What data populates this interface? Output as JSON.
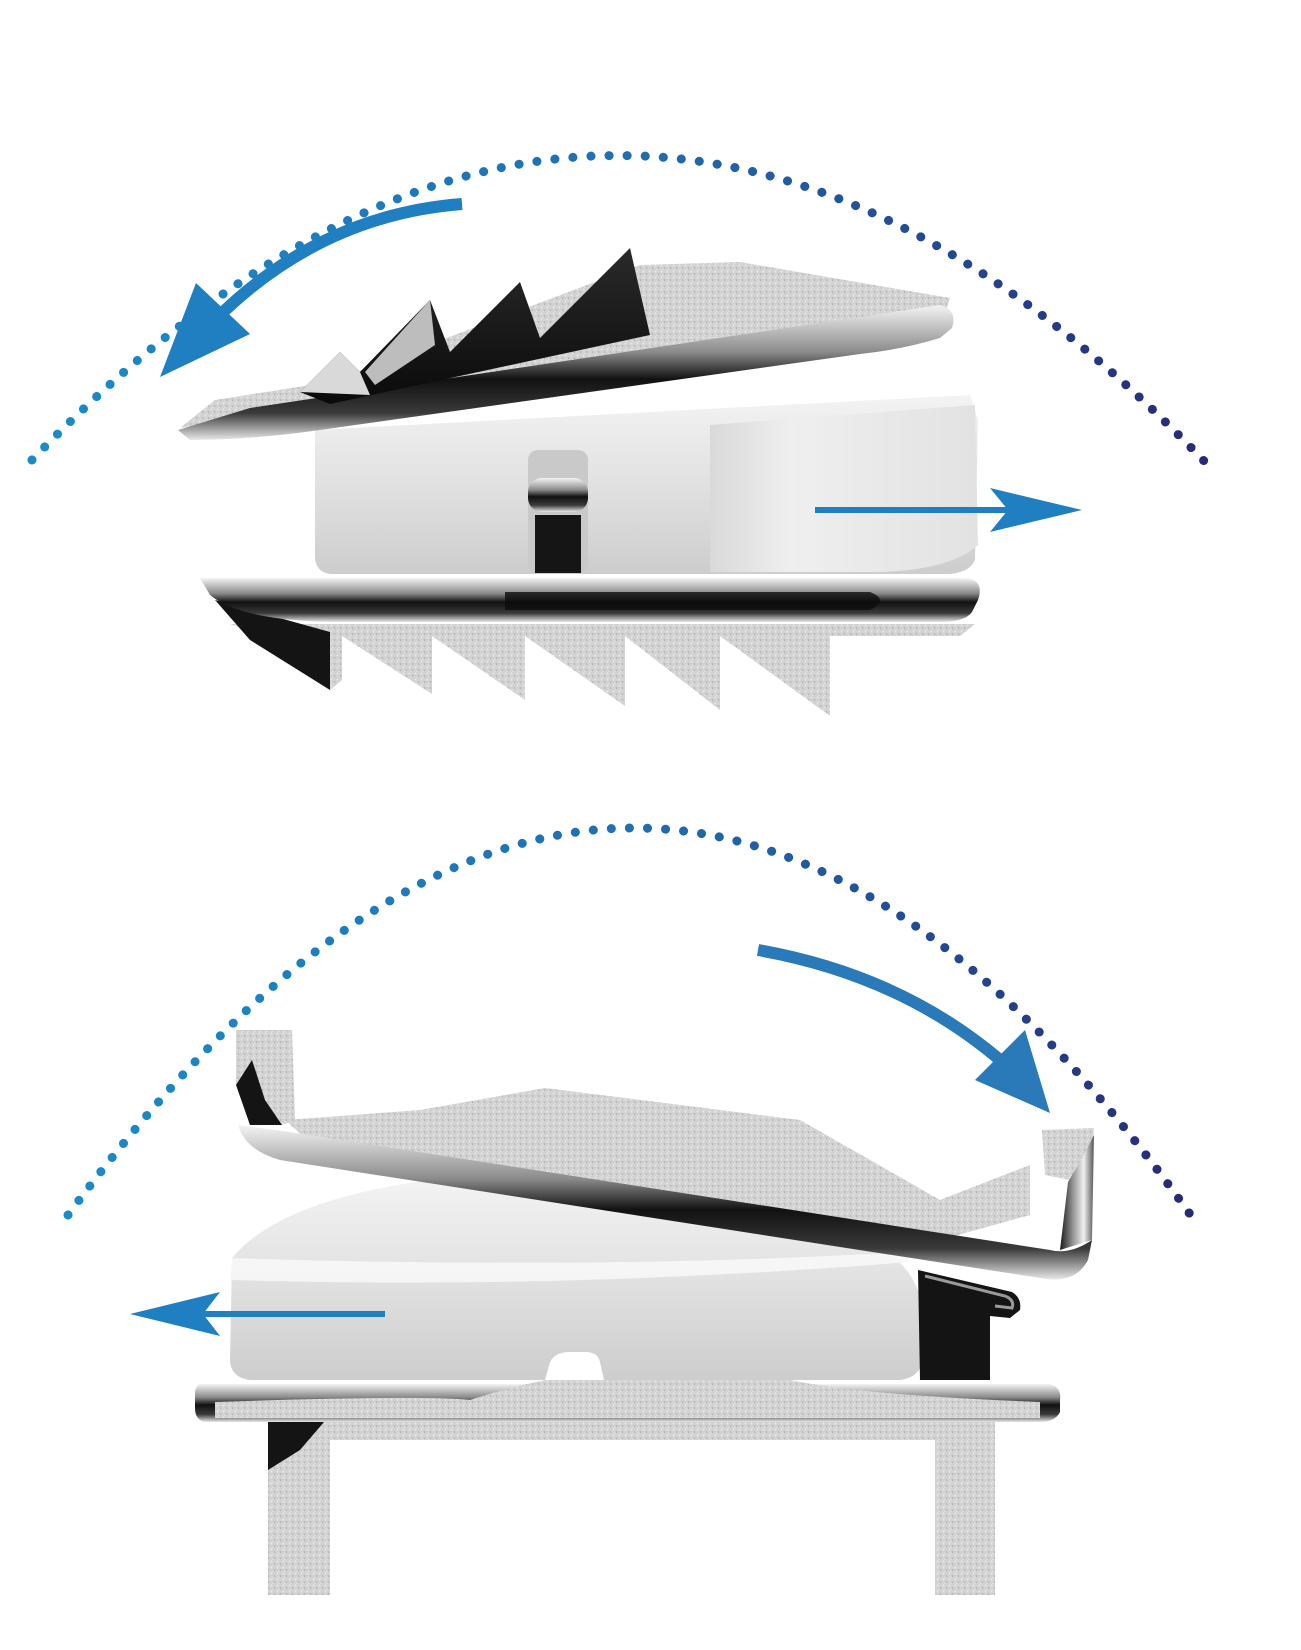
{
  "diagram": {
    "panels": [
      {
        "id": "top",
        "superior_plate_tilt": "counterclockwise",
        "core_translation": "right",
        "motion_arc": "dotted",
        "rotation_arrow": "counterclockwise",
        "translation_arrow": "right"
      },
      {
        "id": "bottom",
        "superior_plate_tilt": "clockwise",
        "core_translation": "left",
        "motion_arc": "dotted",
        "rotation_arrow": "clockwise",
        "translation_arrow": "left"
      }
    ]
  },
  "colors": {
    "arc_light": "#1a8bc9",
    "arc_dark": "#262a78",
    "arrow": "#1f7fc0",
    "metal_dark": "#141414",
    "metal_mid": "#7d7d7d",
    "metal_light": "#eaeaea",
    "porous": "#cfcfcf",
    "core": "#e4e4e4"
  }
}
